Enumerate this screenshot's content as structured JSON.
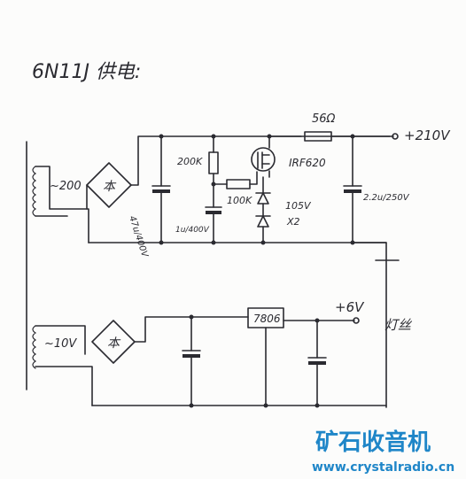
{
  "title": "6N11J 供电:",
  "labels": {
    "t1_primary": "~200",
    "cap1": "47u/400V",
    "r_200k": "200K",
    "r_100k": "100K",
    "cap2": "1u/400V",
    "mosfet": "IRF620",
    "zener": "105V",
    "zener_count": "X2",
    "r_56": "56Ω",
    "out_hv": "+210V",
    "cap_out": "2.2u/250V",
    "t2_secondary": "~10V",
    "regulator": "7806",
    "out_lv": "+6V",
    "heater": "灯丝"
  },
  "watermark": {
    "brand": "矿石收音机",
    "url": "www.crystalradio.cn",
    "color": "#1f86c8"
  }
}
